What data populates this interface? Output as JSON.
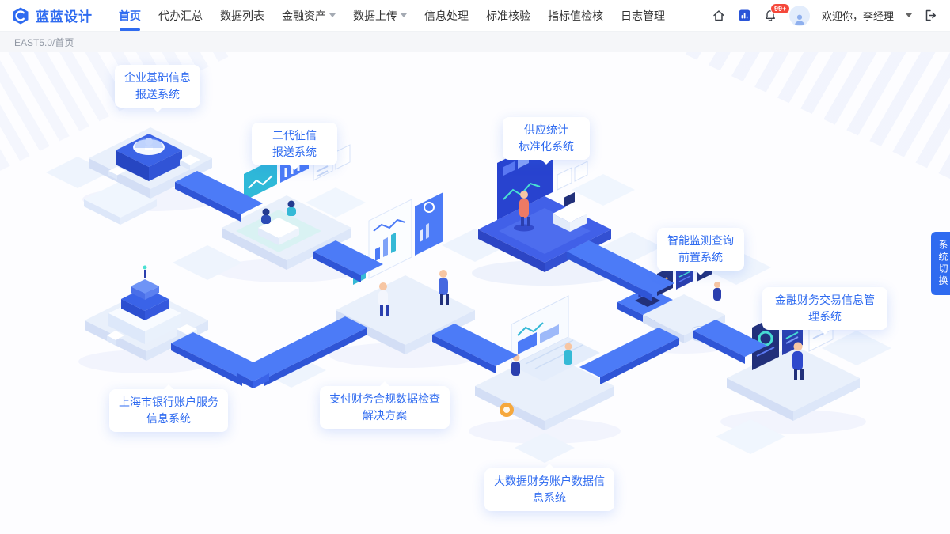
{
  "header": {
    "logo_text": "蓝蓝设计",
    "nav": [
      {
        "label": "首页"
      },
      {
        "label": "代办汇总"
      },
      {
        "label": "数据列表"
      },
      {
        "label": "金融资产"
      },
      {
        "label": "数据上传"
      },
      {
        "label": "信息处理"
      },
      {
        "label": "标准核验"
      },
      {
        "label": "指标值检核"
      },
      {
        "label": "日志管理"
      }
    ],
    "notification_badge": "99+",
    "welcome": "欢迎你，李经理"
  },
  "breadcrumb": "EAST5.0/首页",
  "side_tab": "系统切换",
  "systems": [
    {
      "label": "企业基础信息\n报送系统"
    },
    {
      "label": "二代征信\n报送系统"
    },
    {
      "label": "供应统计\n标准化系统"
    },
    {
      "label": "智能监测查询\n前置系统"
    },
    {
      "label": "金融财务交易信息管\n理系统"
    },
    {
      "label": "上海市银行账户服务\n信息系统"
    },
    {
      "label": "支付财务合规数据检查\n解决方案"
    },
    {
      "label": "大数据财务账户数据信\n息系统"
    }
  ],
  "colors": {
    "accent": "#2F6BF0",
    "badge_red": "#F5483B",
    "path_blue": "#4C7BF7",
    "navy": "#22307A",
    "teal": "#35B9D6"
  }
}
